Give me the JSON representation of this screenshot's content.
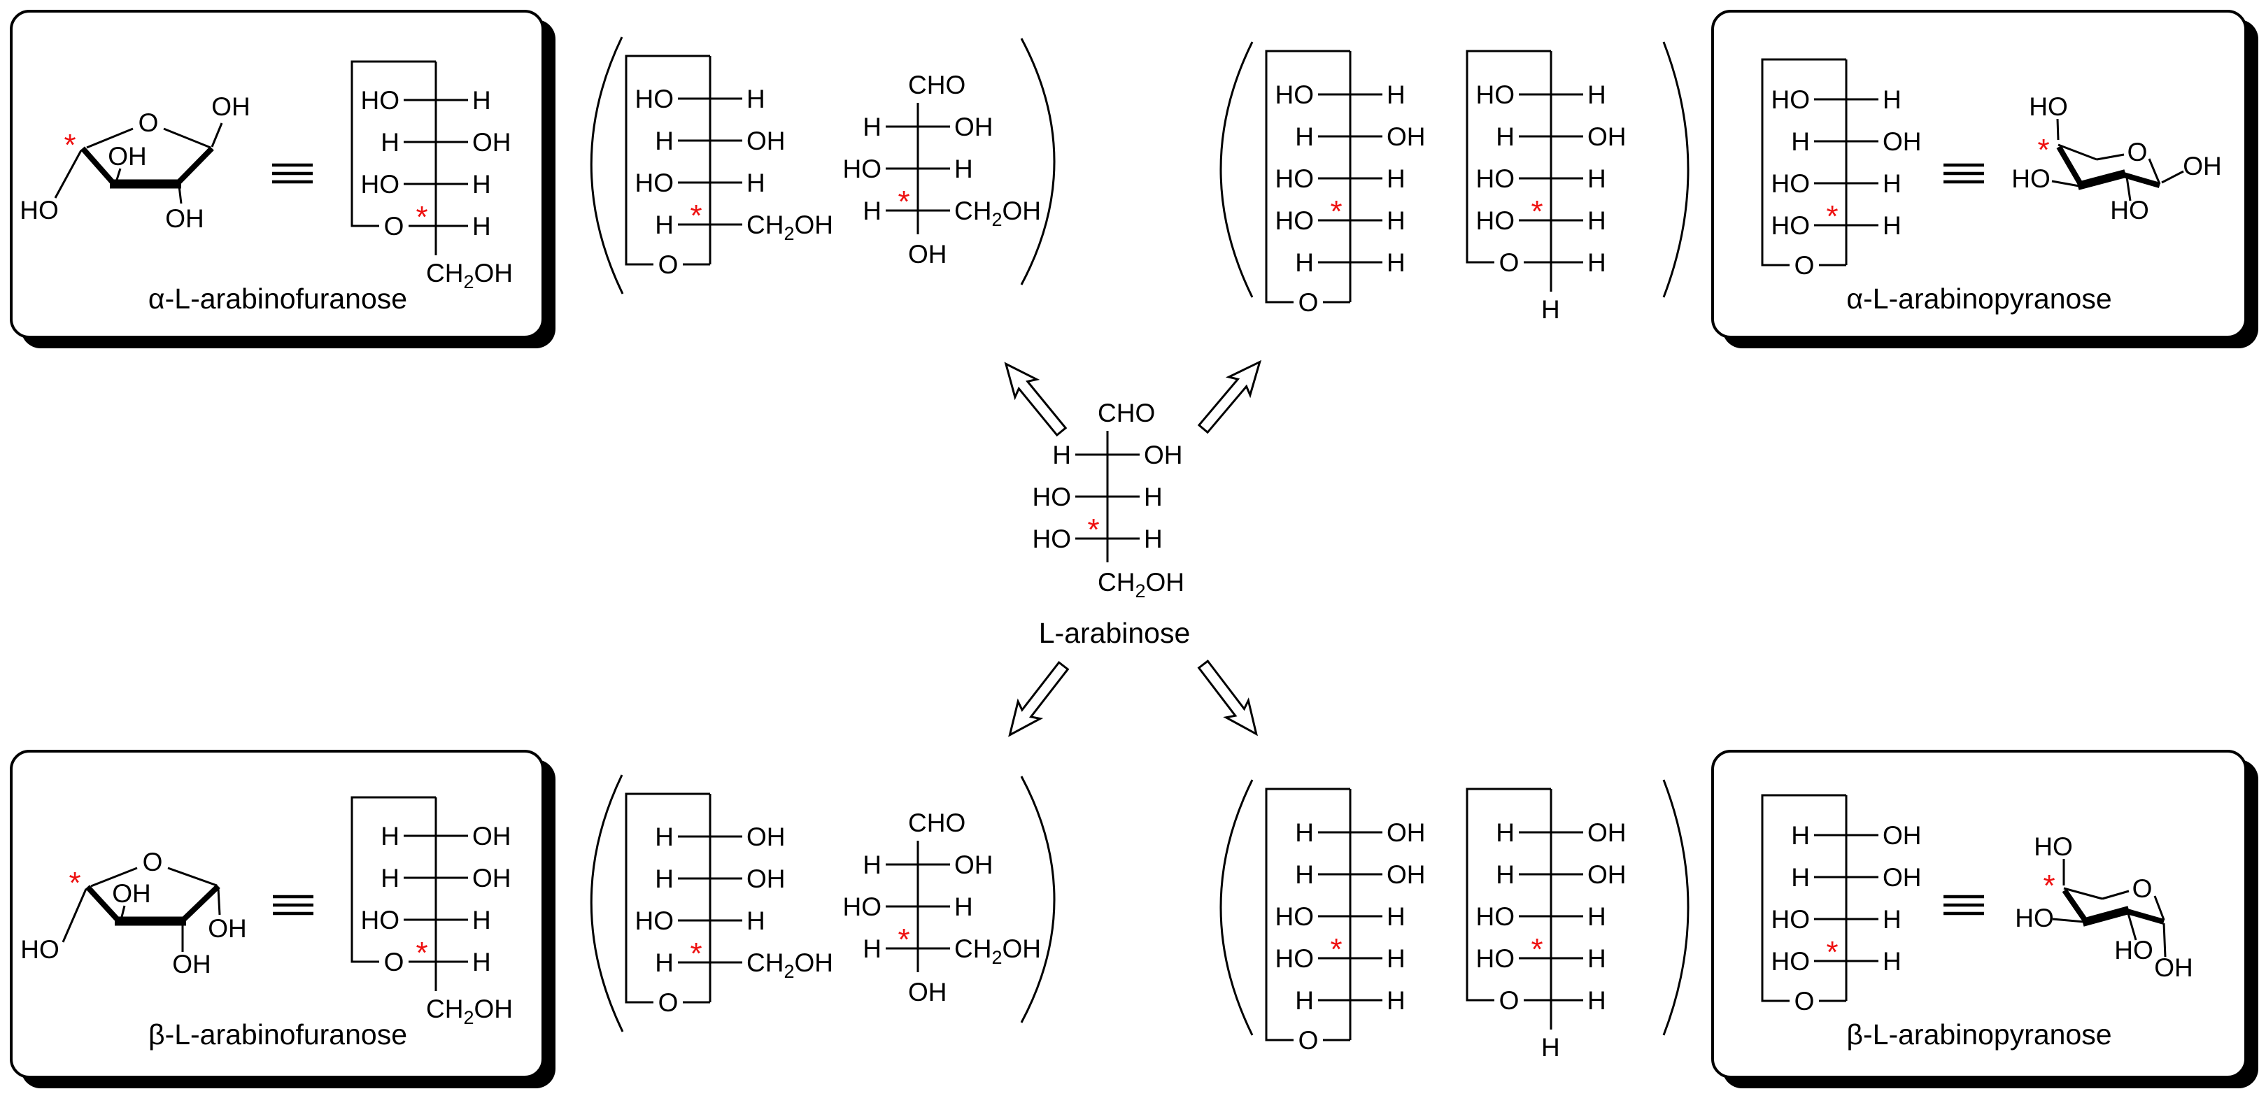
{
  "colors": {
    "line": "#000000",
    "star_red": "#ee1111",
    "background": "#ffffff",
    "box_shadow": "#000000"
  },
  "panels": {
    "alpha_furanose": {
      "label": "α-L-arabinofuranose"
    },
    "alpha_pyranose": {
      "label": "α-L-arabinopyranose"
    },
    "beta_furanose": {
      "label": "β-L-arabinofuranose"
    },
    "beta_pyranose": {
      "label": "β-L-arabinopyranose"
    },
    "center": {
      "label": "L-arabinose"
    }
  },
  "fischer": {
    "l_arabinose": {
      "top": "CHO",
      "rows": [
        {
          "l": "H",
          "r": "OH"
        },
        {
          "l": "HO",
          "r": "H"
        },
        {
          "l": "HO",
          "r": "H",
          "star": true
        }
      ],
      "bottom": "CH2OH"
    },
    "alpha_furanose_box": {
      "ring": "row",
      "rows": [
        {
          "l": "HO",
          "r": "H"
        },
        {
          "l": "H",
          "r": "OH"
        },
        {
          "l": "HO",
          "r": "H"
        },
        {
          "l": "O",
          "r": "H",
          "star": true
        }
      ],
      "bottom": "CH2OH"
    },
    "beta_furanose_box": {
      "ring": "row",
      "rows": [
        {
          "l": "H",
          "r": "OH"
        },
        {
          "l": "H",
          "r": "OH"
        },
        {
          "l": "HO",
          "r": "H"
        },
        {
          "l": "O",
          "r": "H",
          "star": true
        }
      ],
      "bottom": "CH2OH"
    },
    "alpha_pyranose_box": {
      "ring": "below",
      "rows": [
        {
          "l": "HO",
          "r": "H"
        },
        {
          "l": "H",
          "r": "OH"
        },
        {
          "l": "HO",
          "r": "H"
        },
        {
          "l": "HO",
          "r": "H",
          "star": true
        }
      ],
      "ring_o": "O"
    },
    "beta_pyranose_box": {
      "ring": "below",
      "rows": [
        {
          "l": "H",
          "r": "OH"
        },
        {
          "l": "H",
          "r": "OH"
        },
        {
          "l": "HO",
          "r": "H"
        },
        {
          "l": "HO",
          "r": "H",
          "star": true
        }
      ],
      "ring_o": "O"
    },
    "furanose_cyclic_alpha": {
      "ring": "below",
      "rows": [
        {
          "l": "HO",
          "r": "H"
        },
        {
          "l": "H",
          "r": "OH"
        },
        {
          "l": "HO",
          "r": "H"
        },
        {
          "l": "H",
          "r": "CH2OH",
          "star": true
        }
      ],
      "ring_o": "O"
    },
    "furanose_cyclic_beta": {
      "ring": "below",
      "rows": [
        {
          "l": "H",
          "r": "OH"
        },
        {
          "l": "H",
          "r": "OH"
        },
        {
          "l": "HO",
          "r": "H"
        },
        {
          "l": "H",
          "r": "CH2OH",
          "star": true
        }
      ],
      "ring_o": "O"
    },
    "furanose_openchain": {
      "top": "CHO",
      "rows": [
        {
          "l": "H",
          "r": "OH"
        },
        {
          "l": "HO",
          "r": "H"
        },
        {
          "l": "H",
          "r": "CH2OH",
          "star": true
        }
      ],
      "bottom": "OH"
    },
    "pyranose_cyclic_alpha": {
      "ring": "below",
      "rows": [
        {
          "l": "HO",
          "r": "H"
        },
        {
          "l": "H",
          "r": "OH"
        },
        {
          "l": "HO",
          "r": "H"
        },
        {
          "l": "HO",
          "r": "H",
          "star": true
        },
        {
          "l": "H",
          "r": "H"
        }
      ],
      "ring_o": "O"
    },
    "pyranose_cyclic_beta": {
      "ring": "below",
      "rows": [
        {
          "l": "H",
          "r": "OH"
        },
        {
          "l": "H",
          "r": "OH"
        },
        {
          "l": "HO",
          "r": "H"
        },
        {
          "l": "HO",
          "r": "H",
          "star": true
        },
        {
          "l": "H",
          "r": "H"
        }
      ],
      "ring_o": "O"
    },
    "pyranose_rowO_alpha": {
      "ring": "row",
      "rows": [
        {
          "l": "HO",
          "r": "H"
        },
        {
          "l": "H",
          "r": "OH"
        },
        {
          "l": "HO",
          "r": "H"
        },
        {
          "l": "HO",
          "r": "H",
          "star": true
        },
        {
          "l": "O",
          "r": "H"
        }
      ],
      "bottom": "H"
    },
    "pyranose_rowO_beta": {
      "ring": "row",
      "rows": [
        {
          "l": "H",
          "r": "OH"
        },
        {
          "l": "H",
          "r": "OH"
        },
        {
          "l": "HO",
          "r": "H"
        },
        {
          "l": "HO",
          "r": "H",
          "star": true
        },
        {
          "l": "O",
          "r": "H"
        }
      ],
      "bottom": "H"
    }
  },
  "rings": {
    "furanose_alpha": {
      "o": "O",
      "anomeric": "OH",
      "c3": "OH",
      "c2": "OH",
      "exo": "HO",
      "star": "*"
    },
    "furanose_beta": {
      "o": "O",
      "anomeric": "OH",
      "c3": "OH",
      "c2": "OH",
      "exo": "HO",
      "star": "*"
    },
    "pyranose_alpha": {
      "c4": "HO",
      "o": "O",
      "anomeric": "OH",
      "c3": "HO",
      "c2": "HO",
      "star": "*"
    },
    "pyranose_beta": {
      "c4": "HO",
      "o": "O",
      "anomeric": "OH",
      "c3": "HO",
      "c2": "HO",
      "star": "*"
    }
  }
}
